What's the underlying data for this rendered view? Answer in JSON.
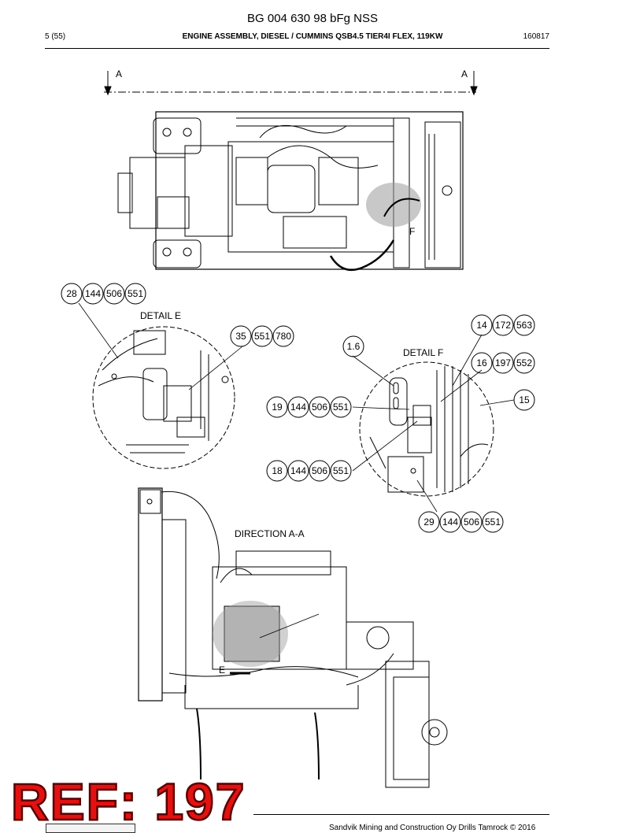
{
  "header": {
    "doc_title": "BG 004 630 98 bFg NSS",
    "page": "5 (55)",
    "assembly_title": "ENGINE ASSEMBLY, DIESEL / CUMMINS QSB4.5 TIER4I FLEX, 119KW",
    "doc_date": "160817"
  },
  "labels": {
    "section_a_left": "A",
    "section_a_right": "A",
    "detail_e": "DETAIL E",
    "detail_f": "DETAIL F",
    "direction": "DIRECTION A-A",
    "marker_e": "E",
    "marker_f": "F",
    "dim_16": "1.6"
  },
  "callouts": {
    "c1": [
      "28",
      "144",
      "506",
      "551"
    ],
    "c2": [
      "35",
      "551",
      "780"
    ],
    "c3": [
      "14",
      "172",
      "563"
    ],
    "c4": [
      "16",
      "197",
      "552"
    ],
    "c5": [
      "15"
    ],
    "c6": [
      "19",
      "144",
      "506",
      "551"
    ],
    "c7": [
      "18",
      "144",
      "506",
      "551"
    ],
    "c8": [
      "29",
      "144",
      "506",
      "551"
    ]
  },
  "footer": {
    "copyright": "Sandvik Mining and Construction Oy Drills Tamrock © 2016"
  },
  "stamp": {
    "ref": "REF: 197",
    "color": "#e21212"
  }
}
